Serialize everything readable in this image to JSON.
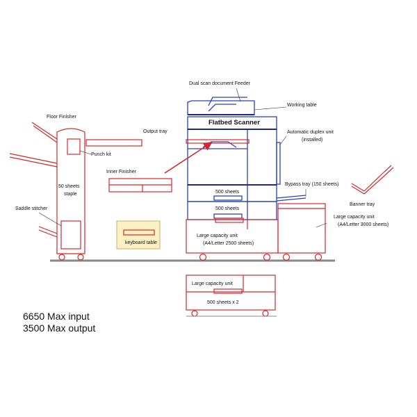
{
  "labels": {
    "floor_finisher": "Floor Finisher",
    "punch_kit": "Punch kit",
    "sheets_50": "50 sheets",
    "staple": "staple",
    "saddle_stitcher": "Saddle stitcher",
    "keyboard_table": "keyboard table",
    "output_tray": "Output tray",
    "inner_finisher": "Inner Finisher",
    "dual_scan": "Dual scan document Feeder",
    "working_table": "Working table",
    "flatbed_scanner": "Flatbed Scanner",
    "auto_duplex_1": "Automatic duplex unit",
    "auto_duplex_2": "(installed)",
    "drawer1": "500 sheets",
    "drawer2": "500 sheets",
    "bypass_tray": "Bypass tray (150 sheets)",
    "banner_tray": "Banner tray",
    "lcu_side_1": "Large capacity unit",
    "lcu_side_2": "(A4/Letter   3000 sheets)",
    "lcu_bottom_1": "Large capacity unit",
    "lcu_bottom_2": "(A4/Letter 2500 sheets)",
    "lcu_lower": "Large capacity unit",
    "sheets_x2": "500 sheets x 2"
  },
  "summary": {
    "max_input": "6650 Max input",
    "max_output": "3500 Max output"
  },
  "colors": {
    "red": "#d9262b",
    "blue": "#2b3fc4",
    "navy": "#1c2a8e",
    "keyboard_fill": "#fbf0c2",
    "floor": "#888888"
  }
}
